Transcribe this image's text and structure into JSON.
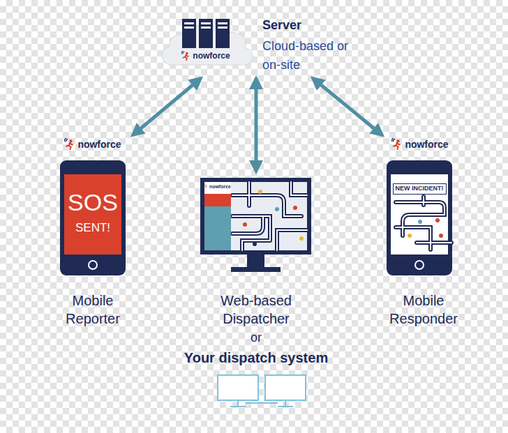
{
  "diagram": {
    "nodes": [
      {
        "text": [
          "nowforce",
          "Server",
          "Cloud-based or on-site"
        ]
      },
      {
        "text": [
          "nowforce",
          "SOS",
          "SENT!",
          "Mobile Reporter"
        ]
      },
      {
        "text": [
          "nowforce",
          "Web-based Dispatcher",
          "or",
          "Your dispatch system"
        ]
      },
      {
        "text": [
          "nowforce",
          "NEW INCIDENT!",
          "Mobile Responder"
        ]
      }
    ],
    "edges": [
      {
        "from": 0,
        "to": 1,
        "arrow": "both"
      },
      {
        "from": 0,
        "to": 2,
        "arrow": "both"
      },
      {
        "from": 0,
        "to": 3,
        "arrow": "both"
      }
    ]
  }
}
